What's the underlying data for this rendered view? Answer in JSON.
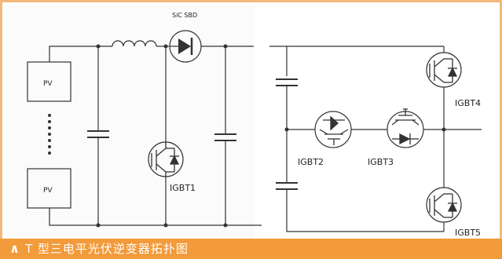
{
  "diagram": {
    "labels": {
      "sic_sbd": "SiC SBD",
      "pv_top": "PV",
      "pv_bottom": "PV",
      "igbt1": "IGBT1",
      "igbt2": "IGBT2",
      "igbt3": "IGBT3",
      "igbt4": "IGBT4",
      "igbt5": "IGBT5"
    }
  },
  "caption": {
    "arrow": "∧",
    "text": "T 型三电平光伏逆变器拓扑图"
  },
  "colors": {
    "frame_border": "#f3b87a",
    "caption_bg": "#f39a3a",
    "caption_text": "#ffffff",
    "wire": "#333333"
  }
}
